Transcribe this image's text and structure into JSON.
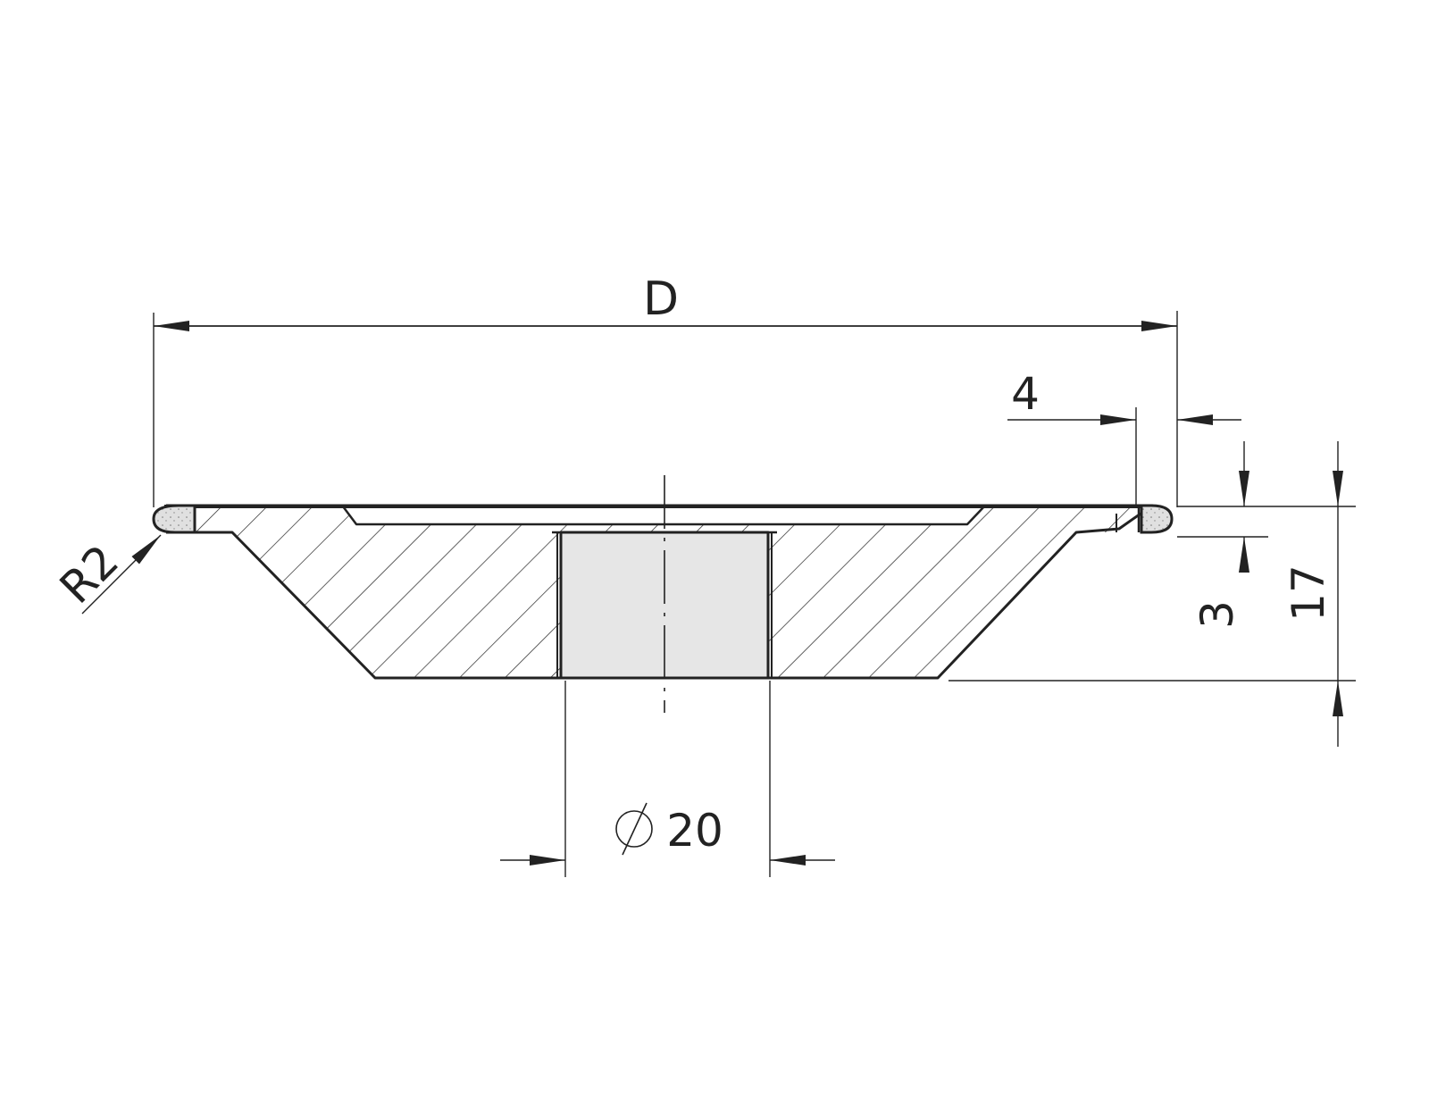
{
  "dimensions": {
    "outer_diameter": "D",
    "rim_width": "4",
    "corner_radius": "R2",
    "rim_height": "3",
    "total_height": "17",
    "bore_diameter": "20"
  },
  "colors": {
    "line": "#222222",
    "bore_fill": "#e6e6e6",
    "segment_fill": "#e0e0e0",
    "body_fill": "#ffffff"
  },
  "icons": {
    "diameter_symbol": "diameter-symbol-icon",
    "arrowhead": "dimension-arrow-icon"
  }
}
